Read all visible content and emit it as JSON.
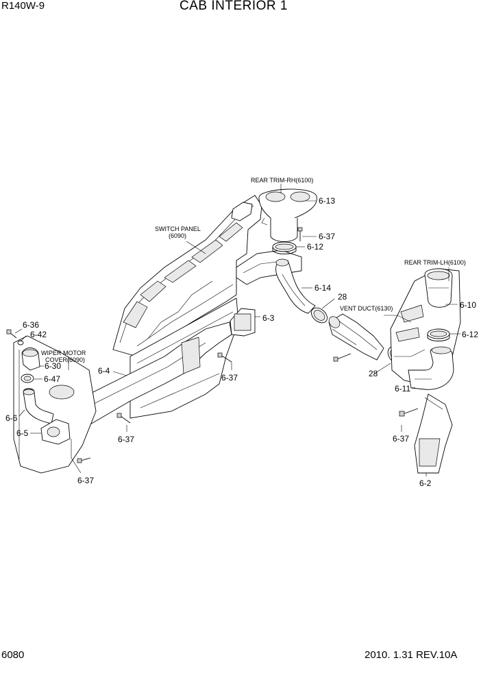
{
  "header": {
    "model": "R140W-9",
    "title": "CAB INTERIOR 1"
  },
  "footer": {
    "page_number": "6080",
    "revision": "2010. 1.31 REV.10A"
  },
  "callouts": {
    "rear_trim_rh": "REAR TRIM-RH(6100)",
    "switch_panel_line1": "SWITCH PANEL",
    "switch_panel_line2": "(6090)",
    "rear_trim_lh": "REAR TRIM-LH(6100)",
    "vent_duct": "VENT DUCT(6130)",
    "wiper_cover_line1": "WIPER MOTOR",
    "wiper_cover_line2": "COVER(6090)"
  },
  "part_labels": {
    "p6_13": "6-13",
    "p6_37_a": "6-37",
    "p6_12_a": "6-12",
    "p6_14": "6-14",
    "p28_a": "28",
    "p6_10": "6-10",
    "p6_12_b": "6-12",
    "p28_b": "28",
    "p6_11": "6-11",
    "p6_3": "6-3",
    "p6_37_b": "6-37",
    "p6_36": "6-36",
    "p6_42": "6-42",
    "p6_30": "6-30",
    "p6_47": "6-47",
    "p6_4": "6-4",
    "p6_6": "6-6",
    "p6_5": "6-5",
    "p6_37_c": "6-37",
    "p6_37_d": "6-37",
    "p6_37_e": "6-37",
    "p6_2": "6-2"
  }
}
